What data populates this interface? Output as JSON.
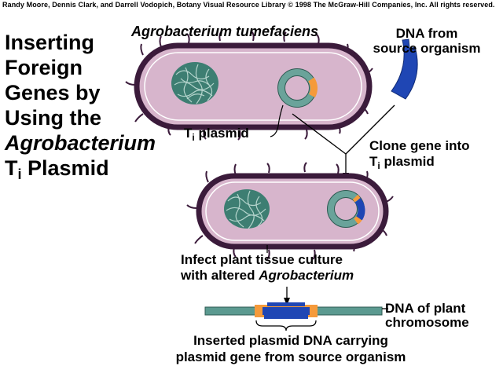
{
  "credit": "Randy Moore, Dennis Clark, and Darrell Vodopich, Botany Visual Resource Library © 1998 The McGraw-Hill Companies, Inc. All rights reserved.",
  "title": {
    "line1": "Inserting",
    "line2": "Foreign",
    "line3": "Genes by",
    "line4": "Using the",
    "line5": "Agrobacterium",
    "line6_main": "T",
    "line6_sub": "i",
    "line6_rest": " Plasmid"
  },
  "labels": {
    "species": "Agrobacterium tumefaciens",
    "dna_source_line1": "DNA from",
    "dna_source_line2": "source organism",
    "ti_main": "T",
    "ti_sub": "i",
    "ti_rest": " plasmid",
    "clone_line1": "Clone gene into",
    "clone_line2_main": "T",
    "clone_line2_sub": "i",
    "clone_line2_rest": " plasmid",
    "infect_line1": "Infect plant tissue culture",
    "infect_line2_prefix": "with altered ",
    "infect_line2_italic": "Agrobacterium",
    "plant_dna_line1": "DNA of plant",
    "plant_dna_line2": "chromosome",
    "inserted_line1": "Inserted plasmid DNA carrying",
    "inserted_line2": "plasmid gene from source organism"
  },
  "colors": {
    "cell_fill": "#d7b5cc",
    "cell_wall": "#3b1b3b",
    "chromosome": "#3d7e72",
    "plasmid": "#6aa39a",
    "insert_orange": "#f59a3b",
    "foreign_dna": "#1f46b4",
    "plant_dna": "#5b9a90"
  }
}
